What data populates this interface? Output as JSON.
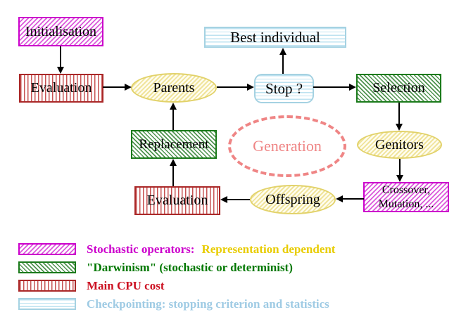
{
  "diagram": {
    "nodes": {
      "initialisation": "Initialisation",
      "evaluation_top": "Evaluation",
      "best_individual": "Best individual",
      "parents": "Parents",
      "stop": "Stop ?",
      "selection": "Selection",
      "replacement": "Replacement",
      "generation": "Generation",
      "genitors": "Genitors",
      "crossover_line1": "Crossover,",
      "crossover_line2": "Mutation, ...",
      "offspring": "Offspring",
      "evaluation_bottom": "Evaluation"
    },
    "colors": {
      "stochastic_magenta": "#cc00cc",
      "darwinism_green": "#1a7a1a",
      "cpu_cost_red": "#aa2828",
      "checkpointing_blue": "#a5d2e2",
      "population_yellow": "#e2d26a",
      "generation_pink": "#ef8585",
      "representation_gold": "#e8cc00"
    }
  },
  "legend": {
    "items": [
      {
        "label_primary": "Stochastic operators:",
        "label_secondary": "Representation dependent"
      },
      {
        "label": "\"Darwinism\" (stochastic or determinist)"
      },
      {
        "label": "Main CPU cost"
      },
      {
        "label": "Checkpointing: stopping criterion and statistics"
      }
    ]
  }
}
